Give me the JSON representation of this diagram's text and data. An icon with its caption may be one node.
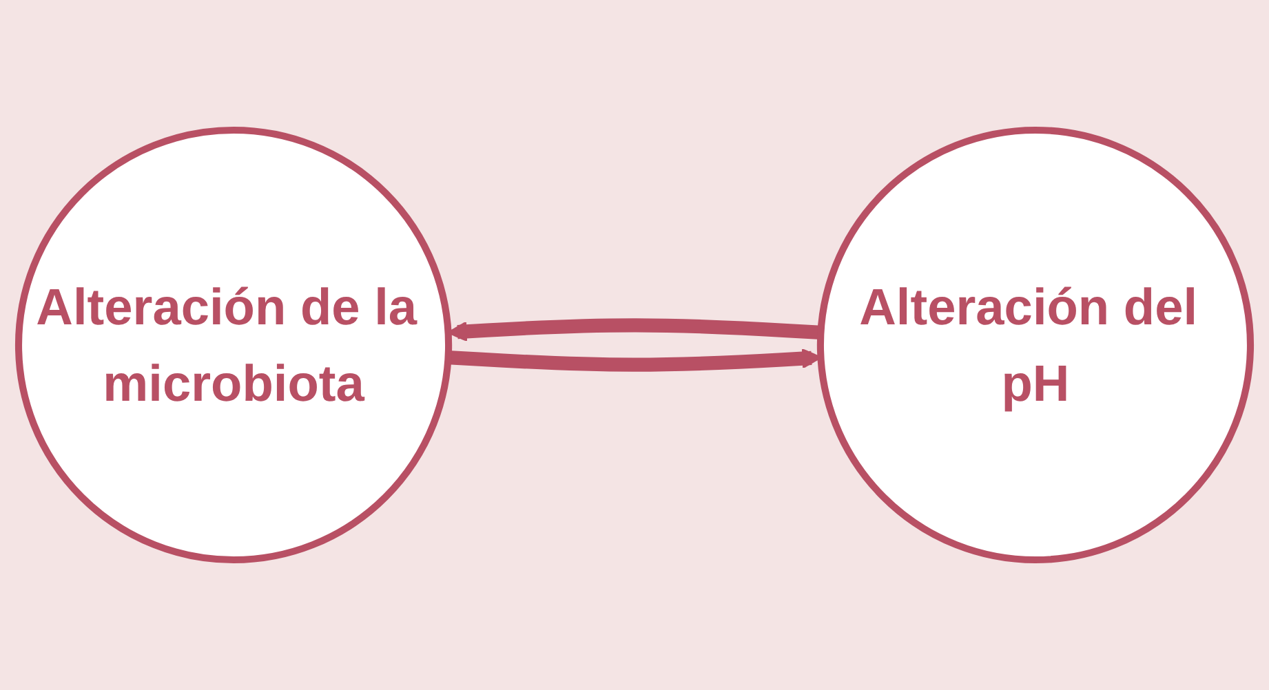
{
  "diagram": {
    "nodes": [
      {
        "text": [
          "Alteración del pH"
        ]
      },
      {
        "text": [
          "Alteración de la microbiota"
        ]
      }
    ],
    "edges": [
      {
        "from": 1,
        "to": 0,
        "arrow": "to"
      },
      {
        "from": 0,
        "to": 1,
        "arrow": "to"
      }
    ]
  }
}
